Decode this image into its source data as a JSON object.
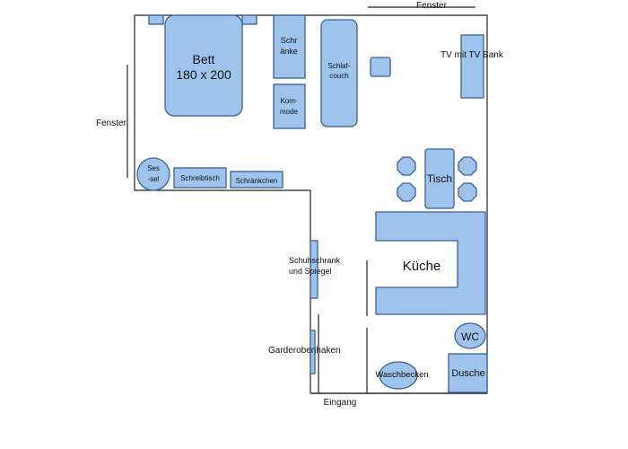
{
  "labels": {
    "fenster_top": "Fenster",
    "fenster_left": "Fenster",
    "bett_line1": "Bett",
    "bett_line2": "180 x 200",
    "schraenke_line1": "Schr",
    "schraenke_line2": "änke",
    "kommode_line1": "Kom-",
    "kommode_line2": "mode",
    "schlafcouch_line1": "Schlaf-",
    "schlafcouch_line2": "couch",
    "tv": "TV mit TV Bank",
    "sessel_line1": "Ses",
    "sessel_line2": "-sel",
    "schreibtisch": "Schreibtisch",
    "schraenkchen": "Schränkchen",
    "tisch": "Tisch",
    "kueche": "Küche",
    "schuhschrank_line1": "Schuhschrank",
    "schuhschrank_line2": "und Spiegel",
    "garderobe": "Garderobenhaken",
    "wc": "WC",
    "waschbecken": "Waschbecken",
    "dusche": "Dusche",
    "eingang": "Eingang"
  },
  "colors": {
    "furniture_fill": "#9ec3ec",
    "furniture_stroke": "#3b5f94",
    "wall": "#222222"
  }
}
